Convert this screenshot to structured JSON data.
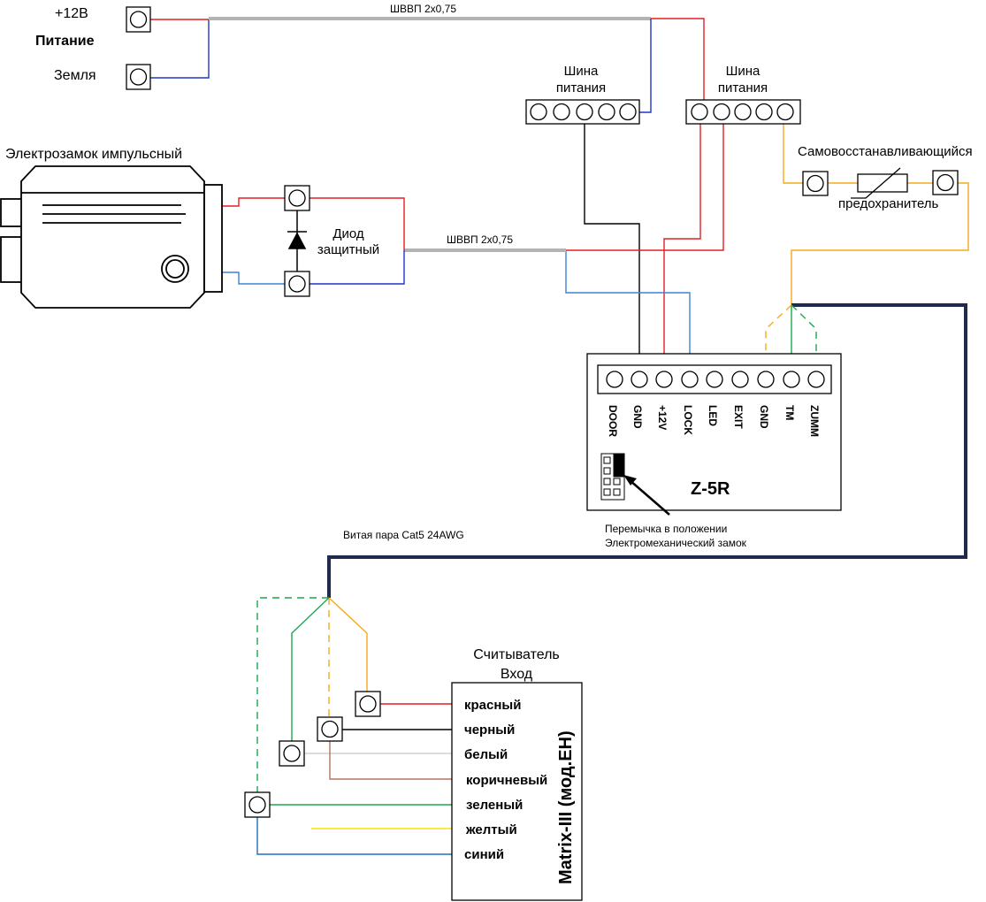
{
  "power": {
    "plus_label": "+12В",
    "title": "Питание",
    "ground_label": "Земля"
  },
  "cables": {
    "power_cable": "ШВВП 2х0,75",
    "lock_cable": "ШВВП 2х0,75",
    "twisted_pair": "Витая пара Cat5 24AWG"
  },
  "buses": {
    "left_line1": "Шина",
    "left_line2": "питания",
    "right_line1": "Шина",
    "right_line2": "питания"
  },
  "lock": {
    "title": "Электрозамок импульсный"
  },
  "diode": {
    "line1": "Диод",
    "line2": "защитный"
  },
  "fuse": {
    "line1": "Самовосстанавливающийся",
    "line2": "предохранитель"
  },
  "controller": {
    "name": "Z-5R",
    "pins": [
      "DOOR",
      "GND",
      "+12V",
      "LOCK",
      "LED",
      "EXIT",
      "GND",
      "TM",
      "ZUMM"
    ],
    "jumper_line1": "Перемычка в положении",
    "jumper_line2": "Электромеханический замок"
  },
  "reader": {
    "title_line1": "Считыватель",
    "title_line2": "Вход",
    "model": "Matrix-III (мод.EH)",
    "wires": [
      "красный",
      "черный",
      "белый",
      "коричневый",
      "зеленый",
      "желтый",
      "синий"
    ]
  },
  "colors": {
    "red": "#e31e24",
    "blue": "#1f35c8",
    "light_blue": "#3b83d6",
    "gray_cable": "#b3b3b3",
    "black": "#000000",
    "orange": "#f7a81b",
    "green": "#1aa84a",
    "yellow": "#f5e600",
    "brown": "#b3735f",
    "navy": "#1e2b4f"
  }
}
